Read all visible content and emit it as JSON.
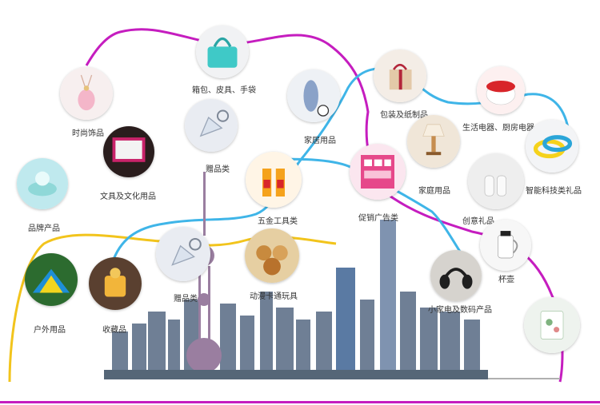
{
  "colors": {
    "magenta_path": "#c51dbf",
    "yellow_path": "#f2c41c",
    "blue_path": "#3fb5e8",
    "bottom_line": "#c51dbf"
  },
  "categories": [
    {
      "id": "bags",
      "label": "箱包、皮具、手袋",
      "icon": "teal-handbag-icon"
    },
    {
      "id": "fashion",
      "label": "时尚饰品",
      "icon": "pink-pendant-icon"
    },
    {
      "id": "gift1",
      "label": "赠品类",
      "icon": "crystal-keychain-icon"
    },
    {
      "id": "home",
      "label": "家居用品",
      "icon": "vase-clock-icon"
    },
    {
      "id": "packaging",
      "label": "包装及纸制品",
      "icon": "gift-box-icon"
    },
    {
      "id": "appliance",
      "label": "生活电器、厨房电器",
      "icon": "rice-cooker-icon"
    },
    {
      "id": "stationery",
      "label": "文具及文化用品",
      "icon": "tablet-case-icon"
    },
    {
      "id": "hardware",
      "label": "五金工具类",
      "icon": "bottles-icon"
    },
    {
      "id": "family",
      "label": "家庭用品",
      "icon": "table-lamp-icon"
    },
    {
      "id": "smart",
      "label": "智能科技类礼品",
      "icon": "smart-band-icon"
    },
    {
      "id": "brand",
      "label": "品牌产品",
      "icon": "soap-icon"
    },
    {
      "id": "promo",
      "label": "促销广告类",
      "icon": "promo-shelf-icon"
    },
    {
      "id": "creative",
      "label": "创意礼品",
      "icon": "thumb-holder-icon"
    },
    {
      "id": "outdoor",
      "label": "户外用品",
      "icon": "tent-icon"
    },
    {
      "id": "collectible",
      "label": "收藏品",
      "icon": "jade-seal-icon"
    },
    {
      "id": "gift2",
      "label": "赠品类",
      "icon": "crystal-keychain-icon"
    },
    {
      "id": "toys",
      "label": "动漫卡通玩具",
      "icon": "teddy-bears-icon"
    },
    {
      "id": "kettle",
      "label": "杯壶",
      "icon": "kettle-icon"
    },
    {
      "id": "digital",
      "label": "小家电及数码产品",
      "icon": "headphones-icon"
    },
    {
      "id": "porcelain",
      "label": "",
      "icon": "porcelain-cup-icon"
    }
  ],
  "skyline": {
    "icon": "shanghai-skyline-icon"
  }
}
